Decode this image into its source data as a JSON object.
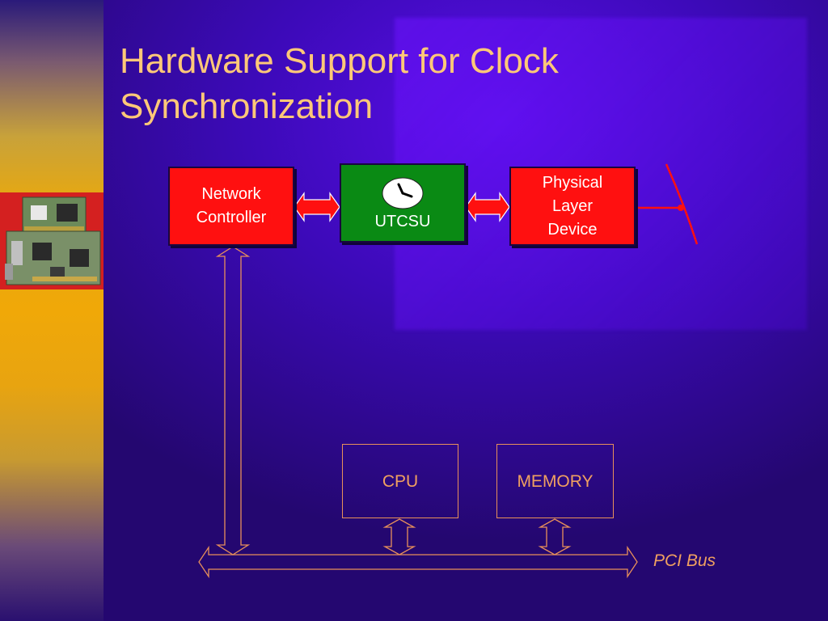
{
  "title": "Hardware Support for Clock Synchronization",
  "blocks": {
    "network_controller": "Network Controller",
    "utcsu": "UTCSU",
    "physical_layer": "Physical Layer Device",
    "cpu": "CPU",
    "memory": "MEMORY"
  },
  "bus_label": "PCI Bus",
  "icons": [
    "clock-icon",
    "network-card-photo"
  ],
  "colors": {
    "title": "#ffc878",
    "red_block": "#ff1010",
    "green_block": "#0a8a14",
    "bus_outline": "#e8905a"
  }
}
